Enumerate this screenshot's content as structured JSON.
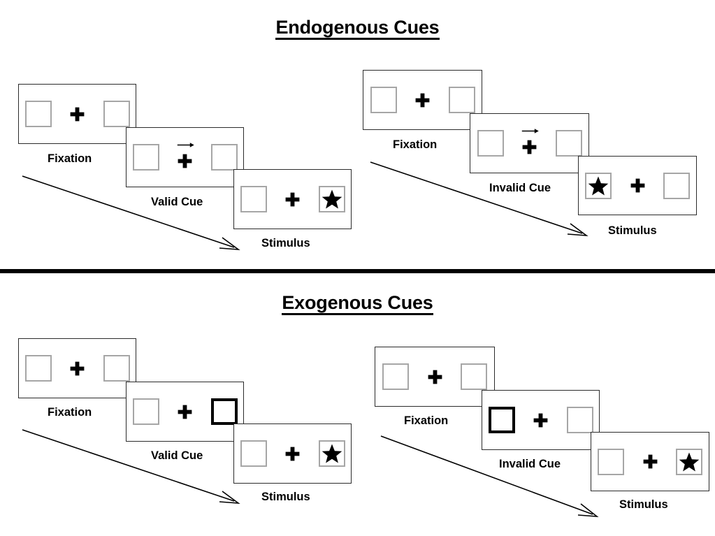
{
  "figure": {
    "title_top": "Endogenous Cues",
    "title_bottom": "Exogenous Cues"
  },
  "sections": [
    {
      "name": "endogenous",
      "title": "Endogenous Cues",
      "conditions": [
        {
          "name": "endogenous-valid",
          "panels": [
            {
              "caption": "Fixation",
              "left_box": "empty",
              "right_box": "empty",
              "center": "plus",
              "cue_arrow": "none"
            },
            {
              "caption": "Valid Cue",
              "left_box": "empty",
              "right_box": "empty",
              "center": "plus",
              "cue_arrow": "right"
            },
            {
              "caption": "Stimulus",
              "left_box": "empty",
              "right_box": "star",
              "center": "plus",
              "cue_arrow": "none"
            }
          ]
        },
        {
          "name": "endogenous-invalid",
          "panels": [
            {
              "caption": "Fixation",
              "left_box": "empty",
              "right_box": "empty",
              "center": "plus",
              "cue_arrow": "none"
            },
            {
              "caption": "Invalid Cue",
              "left_box": "empty",
              "right_box": "empty",
              "center": "plus",
              "cue_arrow": "right"
            },
            {
              "caption": "Stimulus",
              "left_box": "star",
              "right_box": "empty",
              "center": "plus",
              "cue_arrow": "none"
            }
          ]
        }
      ]
    },
    {
      "name": "exogenous",
      "title": "Exogenous Cues",
      "conditions": [
        {
          "name": "exogenous-valid",
          "panels": [
            {
              "caption": "Fixation",
              "left_box": "empty",
              "right_box": "empty",
              "center": "plus",
              "cue_arrow": "none"
            },
            {
              "caption": "Valid Cue",
              "left_box": "empty",
              "right_box": "cued",
              "center": "plus",
              "cue_arrow": "none"
            },
            {
              "caption": "Stimulus",
              "left_box": "empty",
              "right_box": "star",
              "center": "plus",
              "cue_arrow": "none"
            }
          ]
        },
        {
          "name": "exogenous-invalid",
          "panels": [
            {
              "caption": "Fixation",
              "left_box": "empty",
              "right_box": "empty",
              "center": "plus",
              "cue_arrow": "none"
            },
            {
              "caption": "Invalid Cue",
              "left_box": "cued",
              "right_box": "empty",
              "center": "plus",
              "cue_arrow": "none"
            },
            {
              "caption": "Stimulus",
              "left_box": "empty",
              "right_box": "star",
              "center": "plus",
              "cue_arrow": "none"
            }
          ]
        }
      ]
    }
  ],
  "labels": {
    "fixation": "Fixation",
    "valid_cue": "Valid Cue",
    "invalid_cue": "Invalid Cue",
    "stimulus": "Stimulus"
  },
  "colors": {
    "background": "#ffffff",
    "ink": "#000000",
    "panel_border": "#2b2b2b",
    "box_border": "#a6a6a6",
    "cued_box_border": "#000000",
    "divider": "#000000"
  }
}
